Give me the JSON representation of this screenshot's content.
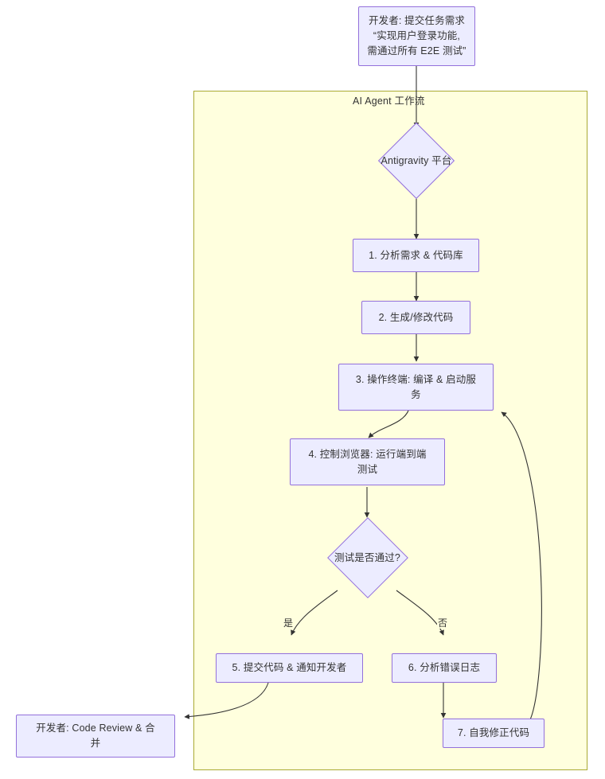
{
  "diagram": {
    "type": "flowchart",
    "direction": "top-down",
    "title": "AI Agent 工作流",
    "colors": {
      "node_fill": "#ececff",
      "node_stroke": "#9370db",
      "subgraph_fill": "#ffffde",
      "subgraph_stroke": "#aaaa33",
      "edge_stroke": "#333333",
      "text": "#333333",
      "background": "#ffffff"
    }
  },
  "subgraph": {
    "label": "AI Agent 工作流"
  },
  "nodes": {
    "start": {
      "id": "start",
      "shape": "rect",
      "label": "开发者: 提交任务需求\n“实现用户登录功能,\n需通过所有 E2E 测试”"
    },
    "platform": {
      "id": "platform",
      "shape": "diamond",
      "label": "Antigravity 平台"
    },
    "step1": {
      "id": "step1",
      "shape": "rect",
      "label": "1. 分析需求 & 代码库"
    },
    "step2": {
      "id": "step2",
      "shape": "rect",
      "label": "2. 生成/修改代码"
    },
    "step3": {
      "id": "step3",
      "shape": "rect",
      "label": "3. 操作终端: 编译 & 启动服\n务"
    },
    "step4": {
      "id": "step4",
      "shape": "rect",
      "label": "4. 控制浏览器: 运行端到端\n测试"
    },
    "decision": {
      "id": "decision",
      "shape": "diamond",
      "label": "测试是否通过?"
    },
    "step5": {
      "id": "step5",
      "shape": "rect",
      "label": "5. 提交代码 & 通知开发者"
    },
    "step6": {
      "id": "step6",
      "shape": "rect",
      "label": "6. 分析错误日志"
    },
    "step7": {
      "id": "step7",
      "shape": "rect",
      "label": "7. 自我修正代码"
    },
    "end": {
      "id": "end",
      "shape": "rect",
      "label": "开发者: Code Review & 合\n并"
    }
  },
  "edges": [
    {
      "from": "start",
      "to": "platform",
      "label": ""
    },
    {
      "from": "platform",
      "to": "step1",
      "label": ""
    },
    {
      "from": "step1",
      "to": "step2",
      "label": ""
    },
    {
      "from": "step2",
      "to": "step3",
      "label": ""
    },
    {
      "from": "step3",
      "to": "step4",
      "label": ""
    },
    {
      "from": "step4",
      "to": "decision",
      "label": ""
    },
    {
      "from": "decision",
      "to": "step5",
      "label": "是"
    },
    {
      "from": "decision",
      "to": "step6",
      "label": "否"
    },
    {
      "from": "step5",
      "to": "end",
      "label": ""
    },
    {
      "from": "step6",
      "to": "step7",
      "label": ""
    },
    {
      "from": "step7",
      "to": "step3",
      "label": ""
    }
  ],
  "edge_labels": {
    "yes": "是",
    "no": "否"
  }
}
